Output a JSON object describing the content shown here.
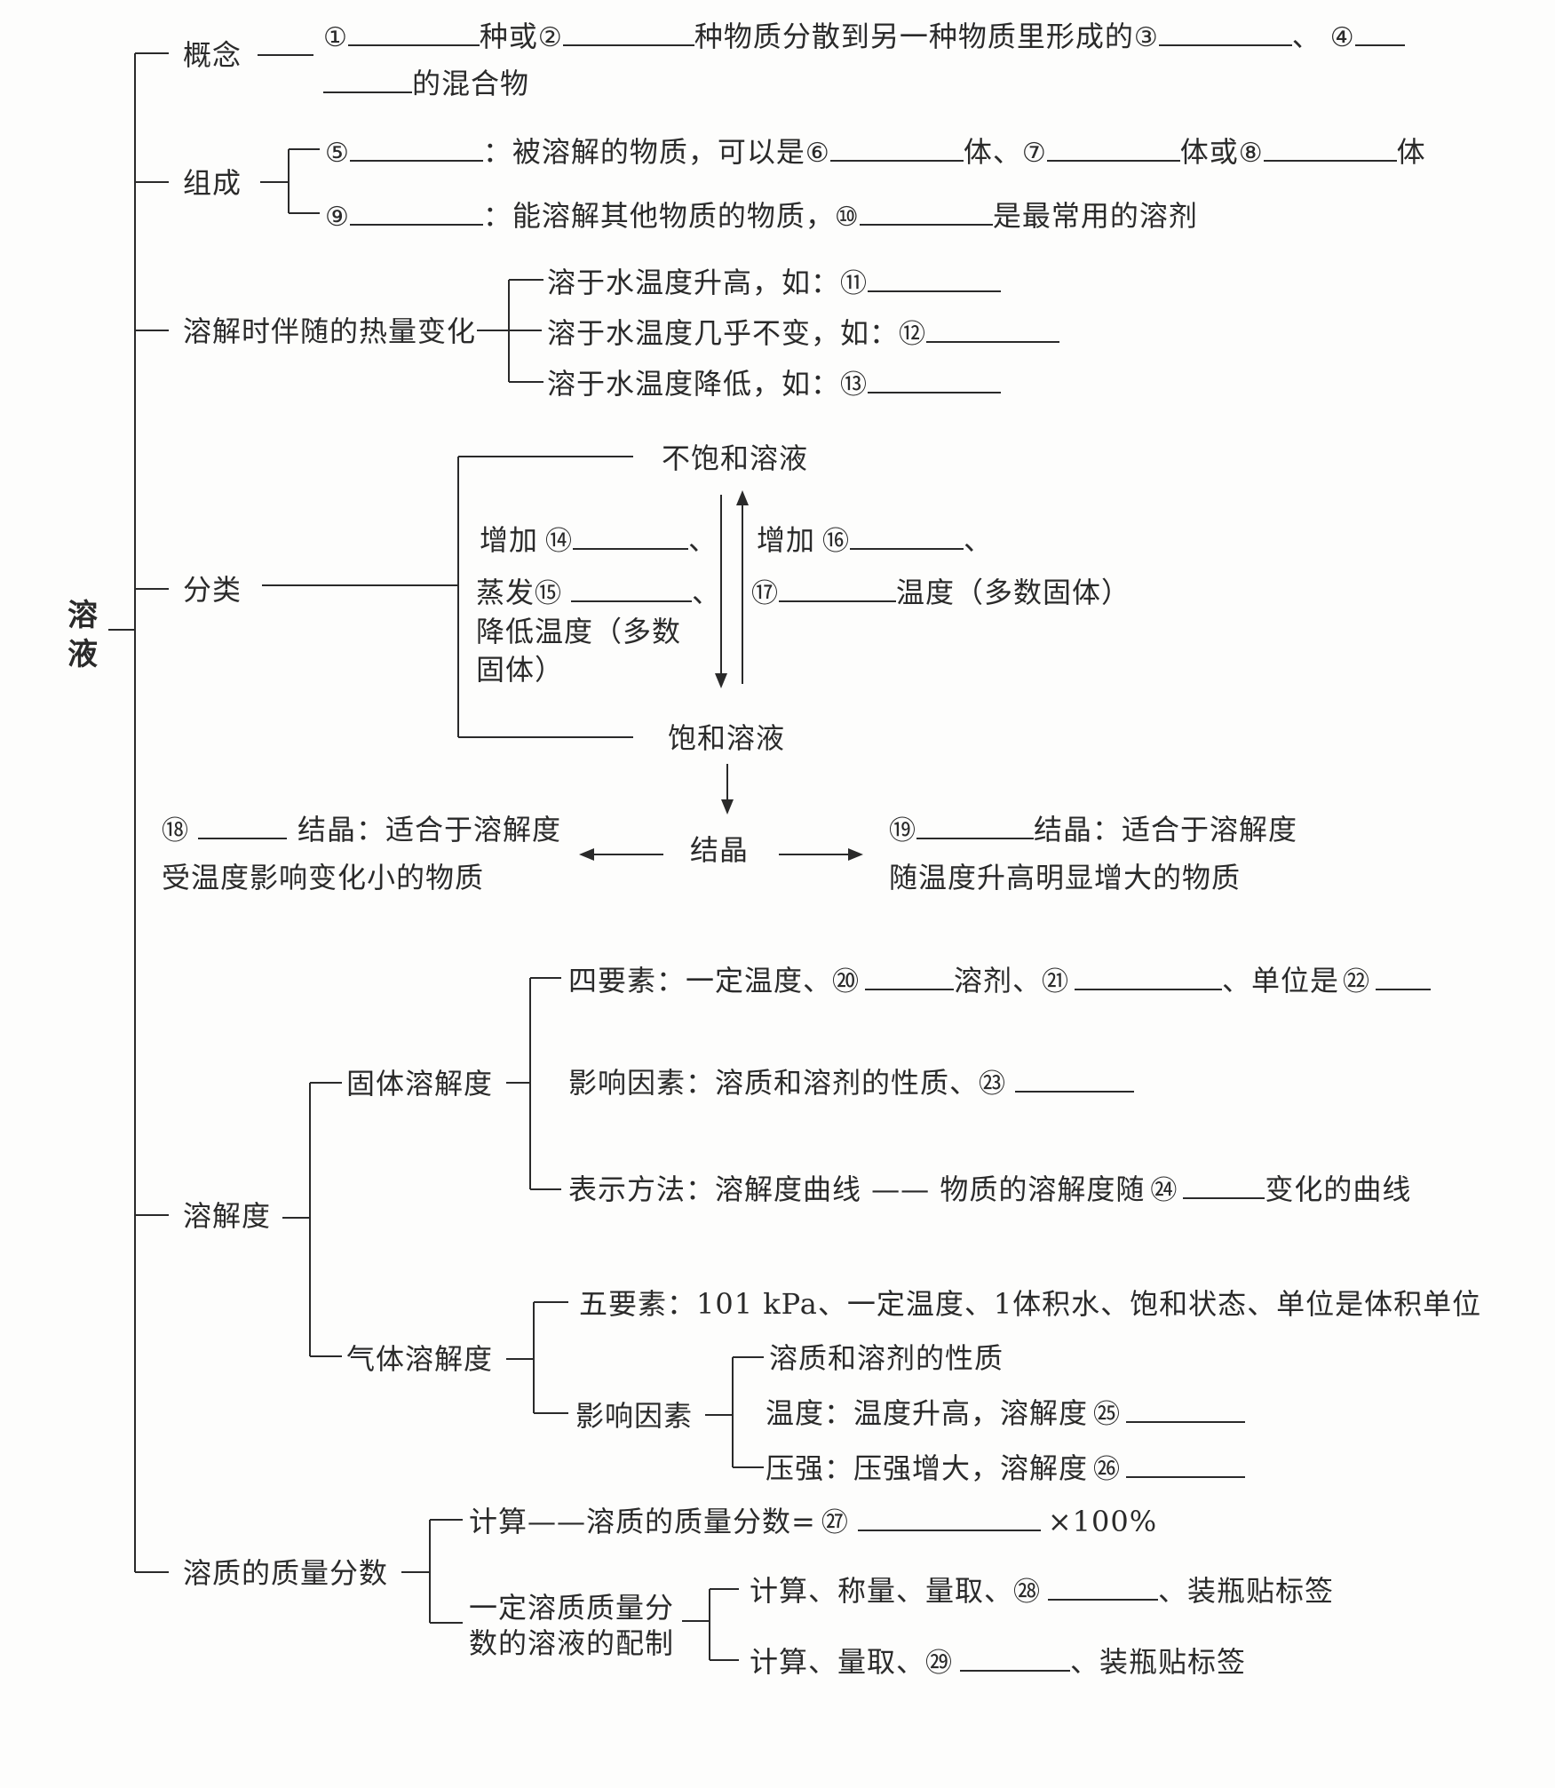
{
  "root": {
    "line1": "溶",
    "line2": "液"
  },
  "concept": {
    "label": "概念",
    "n1": "①",
    "t1": "种或",
    "n2": "②",
    "t2": "种物质分散到另一种物质里形成的",
    "n3": "③",
    "t3": "、",
    "n4": "④",
    "t4": "的混合物"
  },
  "composition": {
    "label": "组成",
    "n5": "⑤",
    "t5": "：被溶解的物质，可以是",
    "n6": "⑥",
    "t6": "体、",
    "n7": "⑦",
    "t7": "体或",
    "n8": "⑧",
    "t8": "体",
    "n9": "⑨",
    "t9": "：能溶解其他物质的物质，",
    "n10": "⑩",
    "t10": "是最常用的溶剂"
  },
  "heat": {
    "label": "溶解时伴随的热量变化",
    "rise": "溶于水温度升高，如：",
    "n11": "⑪",
    "same": "溶于水温度几乎不变，如：",
    "n12": "⑫",
    "fall": "溶于水温度降低，如：",
    "n13": "⑬"
  },
  "classification": {
    "label": "分类",
    "unsaturated": "不饱和溶液",
    "saturated": "饱和溶液",
    "add_left": "增加",
    "n14": "⑭",
    "sep14": "、",
    "evap": "蒸发",
    "n15": "⑮",
    "sep15": "、",
    "lower1": "降低温度（多数",
    "lower2": "固体）",
    "add_right": "增加",
    "n16": "⑯",
    "sep16": "、",
    "n17": "⑰",
    "t17": "温度（多数固体）",
    "crystal": "结晶",
    "n18": "⑱",
    "t18": "结晶：适合于溶解度",
    "t18b": "受温度影响变化小的物质",
    "n19": "⑲",
    "t19": "结晶：适合于溶解度",
    "t19b": "随温度升高明显增大的物质"
  },
  "solubility": {
    "label": "溶解度",
    "solid": "固体溶解度",
    "four": "四要素：一定温度、",
    "n20": "⑳",
    "t20": "溶剂、",
    "n21": "㉑",
    "t21": "、单位是",
    "n22": "㉒",
    "factor_solid": "影响因素：溶质和溶剂的性质、",
    "n23": "㉓",
    "method": "表示方法：溶解度曲线 —— 物质的溶解度随",
    "n24": "㉔",
    "t24": "变化的曲线",
    "gas": "气体溶解度",
    "five": "五要素：101 kPa、一定温度、1体积水、饱和状态、单位是体积单位",
    "factor_gas": "影响因素",
    "gf1": "溶质和溶剂的性质",
    "gf2": "温度：温度升高，溶解度",
    "n25": "㉕",
    "gf3": "压强：压强增大，溶解度",
    "n26": "㉖"
  },
  "mass_fraction": {
    "label": "溶质的质量分数",
    "calc": "计算——溶质的质量分数=",
    "n27": "㉗",
    "t27": "×100%",
    "prep1": "一定溶质质量分",
    "prep2": "数的溶液的配制",
    "step1": "计算、称量、量取、",
    "n28": "㉘",
    "t28": "、装瓶贴标签",
    "step2": "计算、量取、",
    "n29": "㉙",
    "t29": "、装瓶贴标签"
  }
}
